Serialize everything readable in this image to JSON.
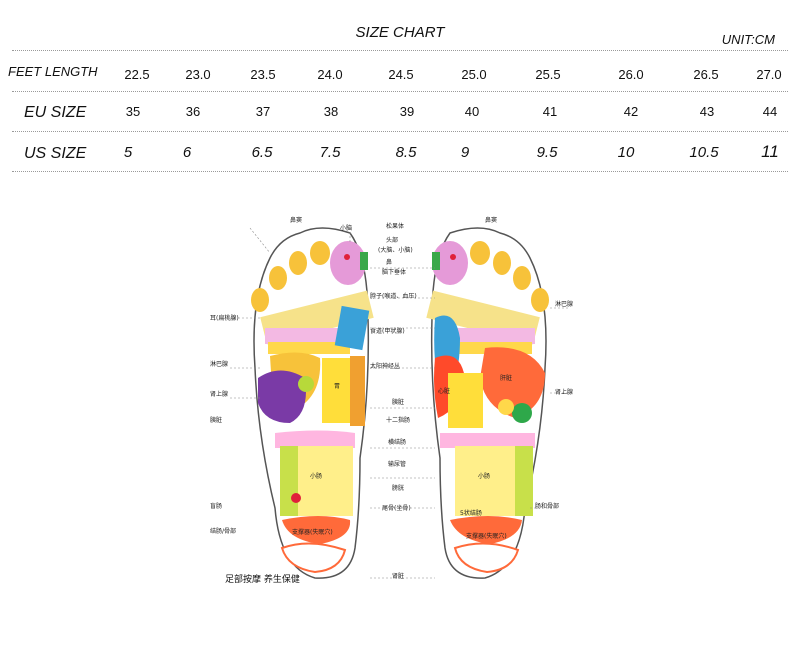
{
  "chart_title": "SIZE CHART",
  "unit": "UNIT:CM",
  "rows": {
    "feet": {
      "label": "FEET LENGTH",
      "values": [
        "22.5",
        "23.0",
        "23.5",
        "24.0",
        "24.5",
        "25.0",
        "25.5",
        "26.0",
        "26.5",
        "27.0"
      ]
    },
    "eu": {
      "label": "EU SIZE",
      "values": [
        "35",
        "36",
        "37",
        "38",
        "39",
        "40",
        "41",
        "42",
        "43",
        "44"
      ]
    },
    "us": {
      "label": "US SIZE",
      "values": [
        "5",
        "6",
        "6.5",
        "7.5",
        "8.5",
        "9",
        "9.5",
        "10",
        "10.5",
        "11"
      ]
    }
  },
  "diagram": {
    "caption": "足部按摩 养生保健",
    "left_labels": [
      "鼻窦",
      "小脑",
      "耳(扁桃腺)",
      "淋巴腺",
      "肾上腺",
      "胰脏",
      "盲肠",
      "结肠/骨部"
    ],
    "center_labels": [
      "松果体",
      "头部",
      "(大脑、小脑)",
      "鼻",
      "脑下垂体",
      "脖子(喉道、血压)",
      "食道(甲状腺)",
      "太阳神经丛",
      "胰脏",
      "十二指肠",
      "横结肠",
      "输尿管",
      "膀胱",
      "尾骨(坐骨)",
      "肾脏"
    ],
    "right_labels": [
      "鼻窦",
      "淋巴腺",
      "肾上腺",
      "肠和骨部"
    ],
    "zone_labels": [
      "支撑器(失眠穴)",
      "5状结肠",
      "小肠",
      "心脏",
      "肝脏",
      "胃"
    ]
  }
}
